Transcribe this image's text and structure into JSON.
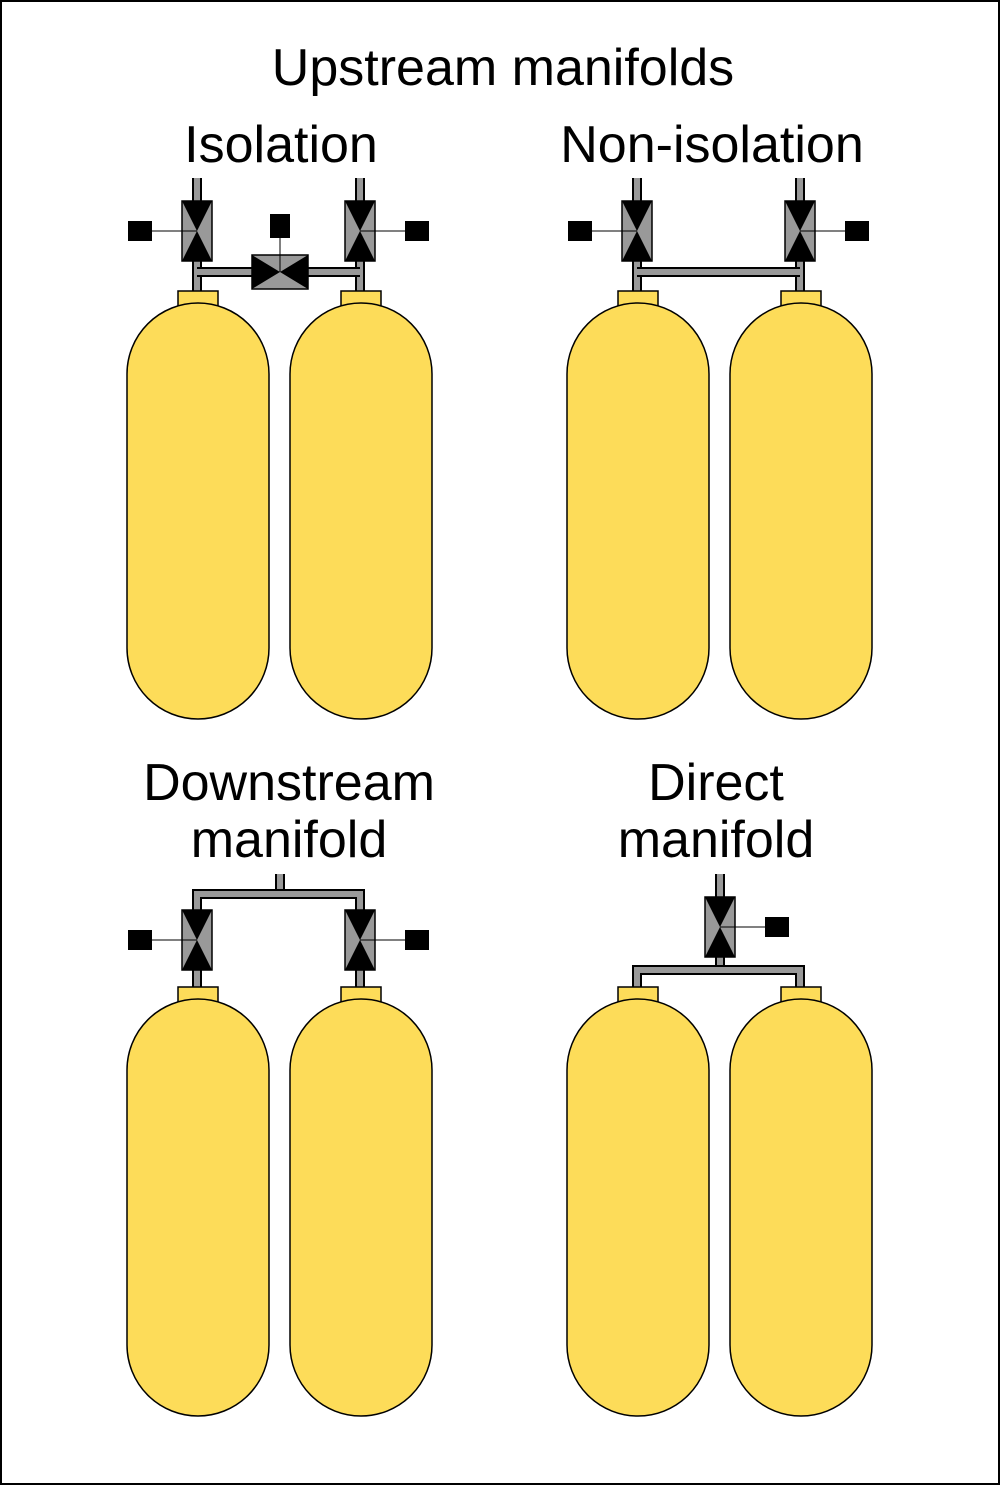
{
  "title": "Upstream manifolds",
  "panels": {
    "isolation": {
      "label_lines": [
        "Isolation"
      ]
    },
    "non_isolation": {
      "label_lines": [
        "Non-isolation"
      ]
    },
    "downstream": {
      "label_lines": [
        "Downstream",
        "manifold"
      ]
    },
    "direct": {
      "label_lines": [
        "Direct",
        "manifold"
      ]
    }
  },
  "colors": {
    "cylinder": "#fddc59",
    "pipe": "#999999",
    "valve_body": "#999999",
    "valve_triangle": "#000000",
    "handle": "#000000",
    "outline": "#000000",
    "background": "#ffffff"
  }
}
